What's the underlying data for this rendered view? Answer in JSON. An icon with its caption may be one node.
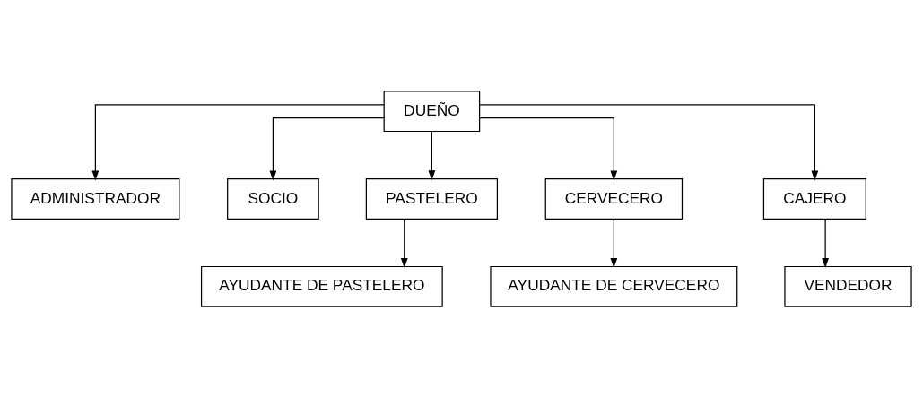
{
  "diagram": {
    "nodes": [
      {
        "text": [
          "DUEÑO"
        ]
      },
      {
        "text": [
          "ADMINISTRADOR"
        ]
      },
      {
        "text": [
          "SOCIO"
        ]
      },
      {
        "text": [
          "PASTELERO"
        ]
      },
      {
        "text": [
          "CERVECERO"
        ]
      },
      {
        "text": [
          "CAJERO"
        ]
      },
      {
        "text": [
          "AYUDANTE DE PASTELERO"
        ]
      },
      {
        "text": [
          "AYUDANTE DE CERVECERO"
        ]
      },
      {
        "text": [
          "VENDEDOR"
        ]
      }
    ],
    "edges": [
      {
        "from": 0,
        "to": 1,
        "arrow": "to"
      },
      {
        "from": 0,
        "to": 2,
        "arrow": "to"
      },
      {
        "from": 0,
        "to": 3,
        "arrow": "to"
      },
      {
        "from": 0,
        "to": 4,
        "arrow": "to"
      },
      {
        "from": 0,
        "to": 5,
        "arrow": "to"
      },
      {
        "from": 3,
        "to": 6,
        "arrow": "to"
      },
      {
        "from": 4,
        "to": 7,
        "arrow": "to"
      },
      {
        "from": 5,
        "to": 8,
        "arrow": "to"
      }
    ]
  }
}
